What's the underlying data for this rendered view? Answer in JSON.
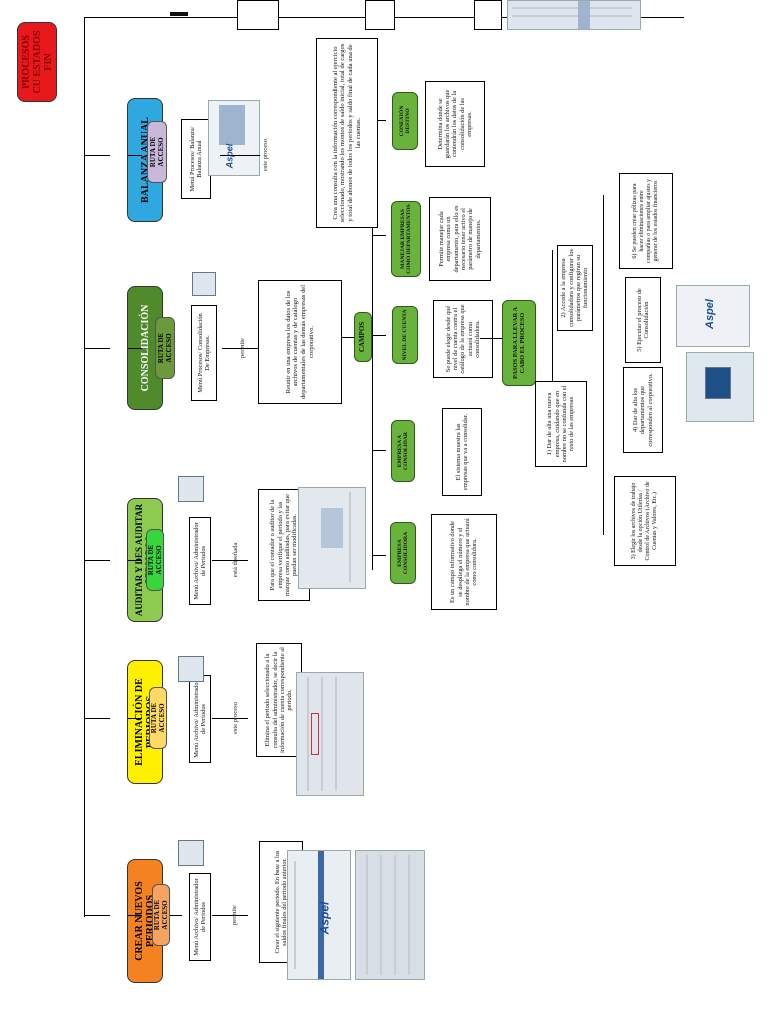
{
  "title": "PROCESOS CUENTAS ESTADOS FINANCIEROS",
  "title_visible": "PROCESOS CU ESTADOS FIN",
  "colors": {
    "title": "#e8191d",
    "crear": "#f58220",
    "eliminacion": "#ffef00",
    "auditar": "#8ccb4f",
    "consolidacion": "#4f8a2b",
    "balanza": "#2ea8df",
    "ruta_orange": "#f4a460",
    "ruta_yellow": "#ffd966",
    "ruta_green": "#37d63d",
    "ruta_olive": "#6a9a3a",
    "ruta_purple": "#c9b8da",
    "green_box": "#69b33c"
  },
  "sections": {
    "crear": {
      "header": "CREAR NUEVOS PERIODOS",
      "ruta": "RUTA DE ACCESO",
      "menu": "Menú Archivo/ Administrador de Periodos",
      "connector": "permite",
      "desc": "Crear el siguiente periodo. En base a los saldos finales del periodo anterior."
    },
    "eliminacion": {
      "header": "ELIMINACIÓN DE PERIODOS",
      "ruta": "RUTA DE ACCESO",
      "menu": "Menú Archivo/ Administrador de Periodos",
      "connector": "este proceso",
      "desc": "Elimina el periodo seleccionado a la consulta del administrador, se decir la información de cuenta correspondiente al periodo."
    },
    "auditar": {
      "header": "AUDITAR Y DES AUDITAR PERIODOS",
      "ruta": "RUTA DE ACCESO",
      "menu": "Menú Archivo/ Administrador de Periodos",
      "connector": "está diseñada",
      "desc": "Para que el contador o auditor de la empresa verifique el periodo y las marque como auditadas, para evitar que puedan ser modificadas."
    },
    "consolidacion": {
      "header": "CONSOLIDACIÓN",
      "ruta": "RUTA DE ACCESO",
      "menu": "Menú Procesos/ Consolidación De Empresas.",
      "connector": "permite",
      "desc": "Reunir en una empresa los datos de los archivos de cuentas y de catálogo departamentales de las demás empresas del corporativo."
    },
    "balanza": {
      "header": "BALANZA ANUAL",
      "ruta": "RUTA DE ACCESO",
      "menu": "Menú Procesos/ Balanza/ Balanza Anual",
      "connector": "este proceso",
      "desc": "Crea una consulta con la información correspondiente al ejercicio seleccionado, mostrando los montos de saldo inicial, total de cargos y total de abonos de todos los periodos y saldo final de cada una de las cuentas."
    }
  },
  "campos": {
    "label": "CAMPOS",
    "items": [
      {
        "title": "EMPRESA CONSOLIDORA",
        "desc": "Es un campo informativo donde se despliega el número y el nombre de la empresa que actuará como consolidora."
      },
      {
        "title": "EMPRESA A CONSOLIDAR",
        "desc": "El sistema muestra las empresas que va a consolidar."
      },
      {
        "title": "NIVEL DE CUENTA",
        "desc": "Se puede elegir desde qué nivel de cuenta contra el catálogo de la empresa que actuará como consolidadora."
      },
      {
        "title": "MANEJAR EMPRESAS COMO DEPARTAMENTOS",
        "desc": "Permite manejar cada empresa como un departamento, para ello es necesario tener activo el parámetro de manejo de departamentos."
      },
      {
        "title": "CONEXIÓN DESTINO",
        "desc": "Determina donde se guardarán los archivos que contendrán los datos de la consolidación de las empresas."
      }
    ]
  },
  "pasos": {
    "label": "PASOS PARA LLEVAR A CABO EL PROCESO",
    "steps": [
      "1) Dar de alta una nueva empresa, cuidando que en nombre no se confunda con el resto de las empresas",
      "2) Accede a la empresa consolidadora y configurar los parámetros que regiran su funcionamiento",
      "3) Elegir los archivos de trabajo desde la opción Utilerías / Control de Archivos (Archivo de Cuentas y Valores, Etc.)",
      "4) Dar de alta los departamentos que corresponden al corporativo.",
      "5) Ejecutar el proceso de Consolidación",
      "6) Se pueden crear pólizas para hacer eliminaciones entre compañías o para ampliar ajustes y generar de los estados financieros"
    ]
  },
  "logo_text": "Aspel",
  "screenshot_icons": [
    "calendar-icon",
    "table-icon",
    "folder-icon"
  ]
}
